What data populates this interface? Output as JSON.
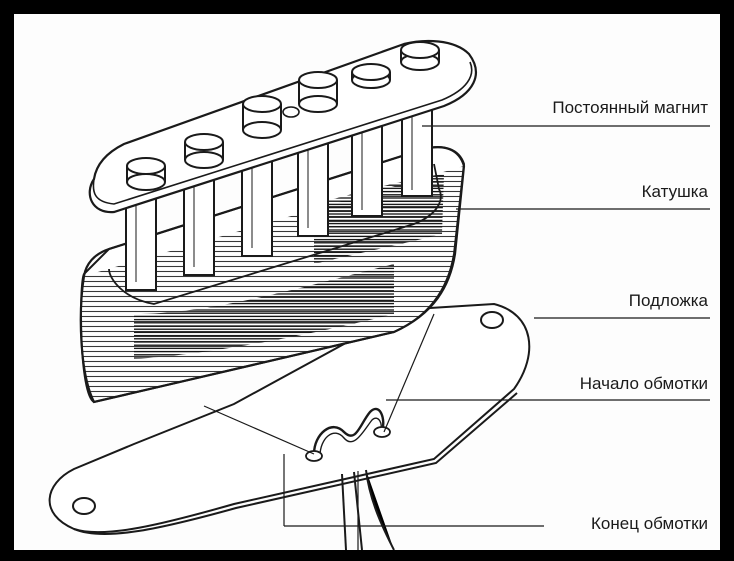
{
  "labels": {
    "magnet": "Постоянный магнит",
    "coil": "Катушка",
    "base": "Подложка",
    "winding_start": "Начало обмотки",
    "winding_end": "Конец обмотки"
  },
  "colors": {
    "background": "#000000",
    "paper": "#fdfdfd",
    "ink": "#1a1a1a"
  }
}
